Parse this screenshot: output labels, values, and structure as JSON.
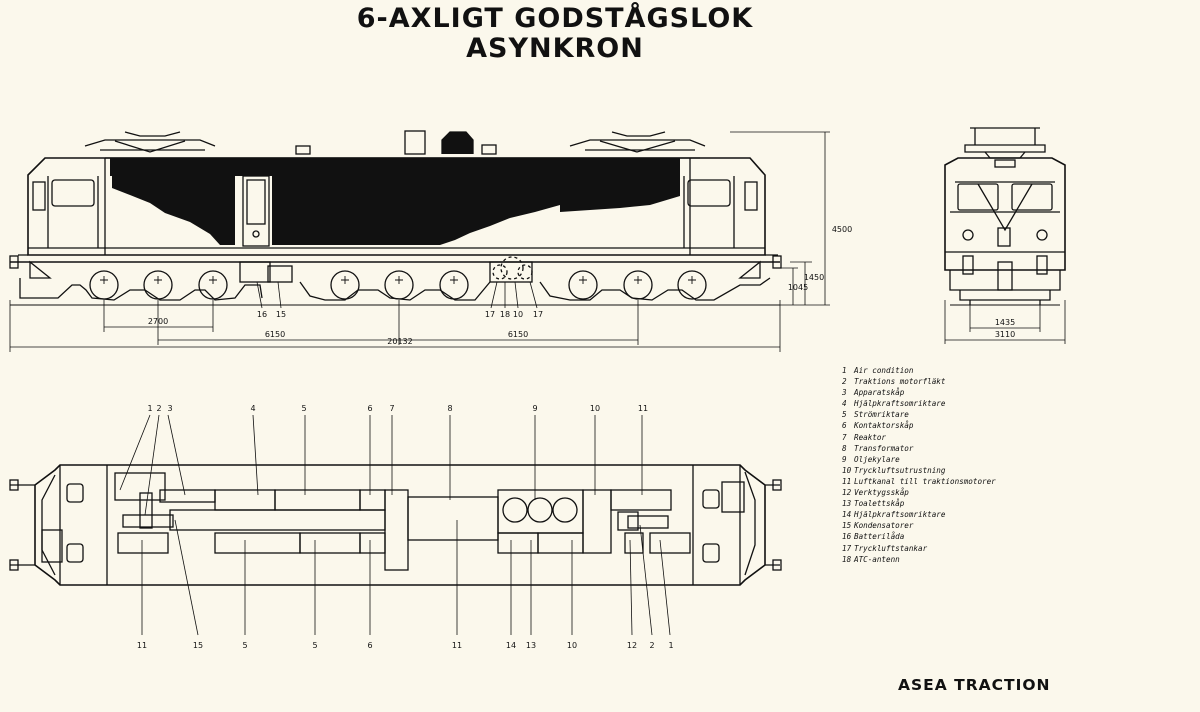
{
  "title_line1": "6-AXLIGT GODSTÅGSLOK",
  "title_line2": "ASYNKRON",
  "brand": "ASEA TRACTION",
  "side_view": {
    "dim_height_total": "4500",
    "dim_height_buffer": "1450",
    "dim_height_coupler": "1045",
    "dim_bogie_wheelbase": "2700",
    "dim_bogie_centers_left": "6150",
    "dim_bogie_centers_right": "6150",
    "dim_length_total": "20132",
    "callouts": [
      "16",
      "15",
      "17",
      "18",
      "10",
      "17"
    ]
  },
  "front_view": {
    "dim_track_gauge": "1435",
    "dim_width": "3110"
  },
  "plan_view": {
    "top_callouts": [
      "1",
      "2",
      "3",
      "4",
      "5",
      "6",
      "7",
      "8",
      "9",
      "10",
      "11"
    ],
    "bottom_callouts": [
      "11",
      "15",
      "5",
      "5",
      "6",
      "11",
      "14",
      "13",
      "10",
      "12",
      "2",
      "1"
    ]
  },
  "legend": [
    {
      "num": "1",
      "text": "Air condition"
    },
    {
      "num": "2",
      "text": "Traktions motorfläkt"
    },
    {
      "num": "3",
      "text": "Apparatskåp"
    },
    {
      "num": "4",
      "text": "Hjälpkraftsomriktare"
    },
    {
      "num": "5",
      "text": "Strömriktare"
    },
    {
      "num": "6",
      "text": "Kontaktorskåp"
    },
    {
      "num": "7",
      "text": "Reaktor"
    },
    {
      "num": "8",
      "text": "Transformator"
    },
    {
      "num": "9",
      "text": "Oljekylare"
    },
    {
      "num": "10",
      "text": "Tryckluftsutrustning"
    },
    {
      "num": "11",
      "text": "Luftkanal till traktionsmotorer"
    },
    {
      "num": "12",
      "text": "Verktygsskåp"
    },
    {
      "num": "13",
      "text": "Toalettskåp"
    },
    {
      "num": "14",
      "text": "Hjälpkraftsomriktare"
    },
    {
      "num": "15",
      "text": "Kondensatorer"
    },
    {
      "num": "16",
      "text": "Batterilåda"
    },
    {
      "num": "17",
      "text": "Tryckluftstankar"
    },
    {
      "num": "18",
      "text": "ATC-antenn"
    }
  ]
}
